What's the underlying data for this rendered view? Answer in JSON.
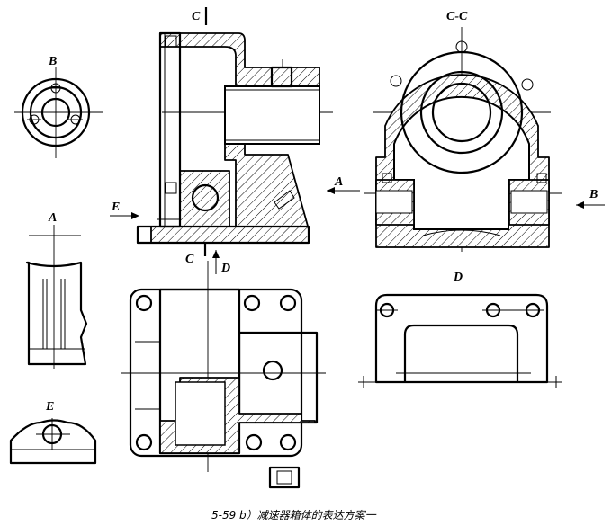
{
  "labels": {
    "c_top": "C",
    "cc": "C-C",
    "b_left": "B",
    "a_left": "A",
    "e_left": "E",
    "e_arrow": "E",
    "a_arrow": "A",
    "b_arrow": "B",
    "c_bottom": "C",
    "d_arrow": "D",
    "d_view": "D"
  },
  "caption": "5-59 b）减速器箱体的表达方案一"
}
